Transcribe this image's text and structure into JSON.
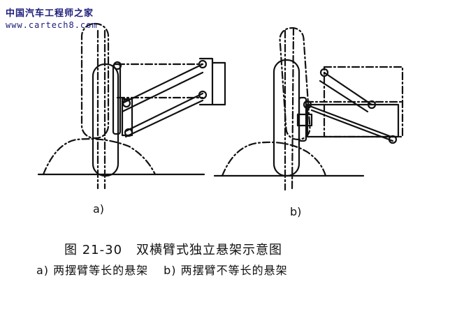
{
  "watermark": {
    "line1": "中国汽车工程师之家",
    "line2": "www.cartech8.com"
  },
  "panels": {
    "a_label": "a)",
    "b_label": "b)"
  },
  "caption": {
    "figure_number": "图 21-30",
    "title": "双横臂式独立悬架示意图",
    "sub_a": "a) 两摆臂等长的悬架",
    "sub_b": "b) 两摆臂不等长的悬架"
  },
  "colors": {
    "line": "#111111",
    "background": "#ffffff",
    "watermark": "#1c1c7a"
  }
}
